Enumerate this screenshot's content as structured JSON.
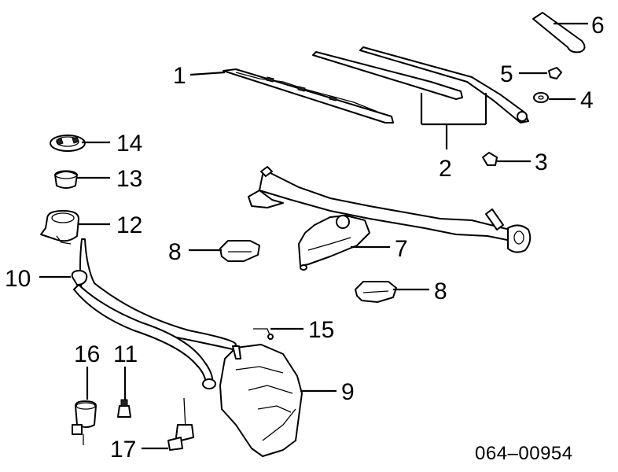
{
  "callouts": {
    "c1": "1",
    "c2": "2",
    "c3": "3",
    "c4": "4",
    "c5": "5",
    "c6": "6",
    "c7": "7",
    "c8a": "8",
    "c8b": "8",
    "c9": "9",
    "c10": "10",
    "c11": "11",
    "c12": "12",
    "c13": "13",
    "c14": "14",
    "c15": "15",
    "c16": "16",
    "c17": "17"
  },
  "reference": "064–00954"
}
